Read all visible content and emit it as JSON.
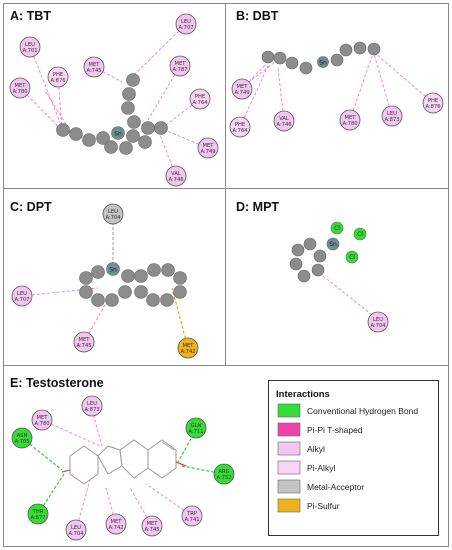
{
  "colors": {
    "conventional_hbond": "#33dd33",
    "pi_pi_tshaped": "#ee44aa",
    "alkyl": "#f2c6f0",
    "pi_alkyl": "#f8d4f6",
    "metal_acceptor": "#c4c4c4",
    "pi_sulfur": "#f0b21a",
    "atom_carbon": "#8c8c8c",
    "atom_tin": "#6d8f8f",
    "atom_cl": "#33dd33"
  },
  "panels": {
    "a": {
      "title": "A: TBT",
      "tin": "Sn"
    },
    "b": {
      "title": "B: DBT",
      "tin": "Sn"
    },
    "c": {
      "title": "C: DPT",
      "tin": "Sn"
    },
    "d": {
      "title": "D: MPT",
      "tin": "Sn",
      "cl": "Cl"
    },
    "e": {
      "title": "E: Testosterone"
    }
  },
  "residues": {
    "a": [
      [
        "LEU",
        "A:701"
      ],
      [
        "MET",
        "A:745"
      ],
      [
        "LEU",
        "A:707"
      ],
      [
        "MET",
        "A:787"
      ],
      [
        "PHE",
        "A:876"
      ],
      [
        "MET",
        "A:780"
      ],
      [
        "PHE",
        "A:764"
      ],
      [
        "MET",
        "A:749"
      ],
      [
        "VAL",
        "A:746"
      ]
    ],
    "b": [
      [
        "MET",
        "A:749"
      ],
      [
        "PHE",
        "A:764"
      ],
      [
        "VAL",
        "A:746"
      ],
      [
        "MET",
        "A:780"
      ],
      [
        "LEU",
        "A:873"
      ],
      [
        "PHE",
        "A:876"
      ]
    ],
    "c": [
      [
        "LEU",
        "A:704"
      ],
      [
        "LEU",
        "A:707"
      ],
      [
        "MET",
        "A:745"
      ],
      [
        "MET",
        "A:742"
      ]
    ],
    "d": [
      [
        "LEU",
        "A:704"
      ]
    ],
    "e": [
      [
        "MET",
        "A:780"
      ],
      [
        "LEU",
        "A:873"
      ],
      [
        "GLN",
        "A:711"
      ],
      [
        "ASN",
        "A:705"
      ],
      [
        "ARG",
        "A:752"
      ],
      [
        "THR",
        "A:877"
      ],
      [
        "LEU",
        "A:704"
      ],
      [
        "MET",
        "A:742"
      ],
      [
        "MET",
        "A:745"
      ],
      [
        "TRP",
        "A:741"
      ]
    ]
  },
  "legend": {
    "title": "Interactions",
    "items": [
      "Conventional Hydrogen Bond",
      "Pi-Pi T-shaped",
      "Alkyl",
      "Pi-Alkyl",
      "Metal-Acceptor",
      "Pi-Sulfur"
    ]
  }
}
